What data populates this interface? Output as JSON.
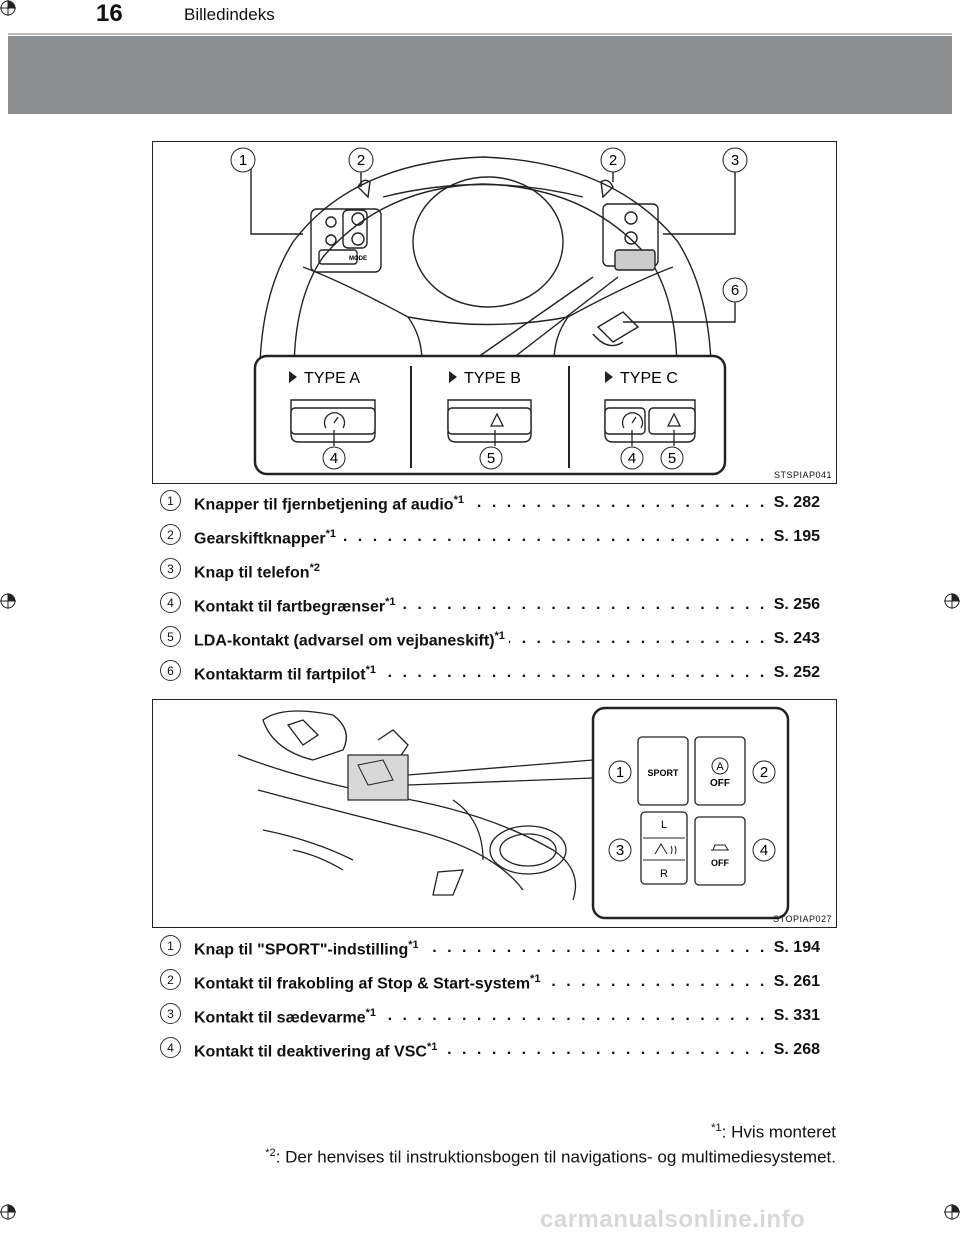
{
  "header": {
    "page_number": "16",
    "section_title": "Billedindeks"
  },
  "figure1": {
    "code": "STSPIAP041",
    "type_labels": [
      "TYPE A",
      "TYPE B",
      "TYPE C"
    ],
    "callouts": [
      "1",
      "2",
      "2",
      "3",
      "6",
      "4",
      "5",
      "4",
      "5"
    ],
    "button_text": "MODE"
  },
  "list1": [
    {
      "num": "1",
      "label": "Knapper til fjernbetjening af audio",
      "sup": "*1",
      "ref": "S. 282"
    },
    {
      "num": "2",
      "label": "Gearskiftknapper",
      "sup": "*1",
      "ref": "S. 195"
    },
    {
      "num": "3",
      "label": "Knap til telefon",
      "sup": "*2",
      "ref": ""
    },
    {
      "num": "4",
      "label": "Kontakt til fartbegrænser",
      "sup": "*1",
      "ref": "S. 256"
    },
    {
      "num": "5",
      "label": "LDA-kontakt (advarsel om vejbaneskift)",
      "sup": "*1",
      "ref": "S. 243"
    },
    {
      "num": "6",
      "label": "Kontaktarm til fartpilot",
      "sup": "*1",
      "ref": "S. 252"
    }
  ],
  "figure2": {
    "code": "STOPIAP027",
    "callouts": [
      "1",
      "2",
      "3",
      "4"
    ],
    "buttons": {
      "sport": "SPORT",
      "a_off_letter": "A",
      "a_off": "OFF",
      "seat_l": "L",
      "seat_r": "R",
      "vsc_off": "OFF"
    }
  },
  "list2": [
    {
      "num": "1",
      "label": "Knap til \"SPORT\"-indstilling",
      "sup": "*1",
      "ref": "S. 194"
    },
    {
      "num": "2",
      "label": "Kontakt til frakobling af Stop & Start-system",
      "sup": "*1",
      "ref": "S. 261"
    },
    {
      "num": "3",
      "label": "Kontakt til sædevarme",
      "sup": "*1",
      "ref": "S. 331"
    },
    {
      "num": "4",
      "label": "Kontakt til deaktivering af VSC",
      "sup": "*1",
      "ref": "S. 268"
    }
  ],
  "footnotes": [
    {
      "mark": "*1",
      "text": ": Hvis monteret"
    },
    {
      "mark": "*2",
      "text": ": Der henvises til instruktionsbogen til navigations- og multimediesystemet."
    }
  ],
  "watermark": "carmanualsonline.info"
}
